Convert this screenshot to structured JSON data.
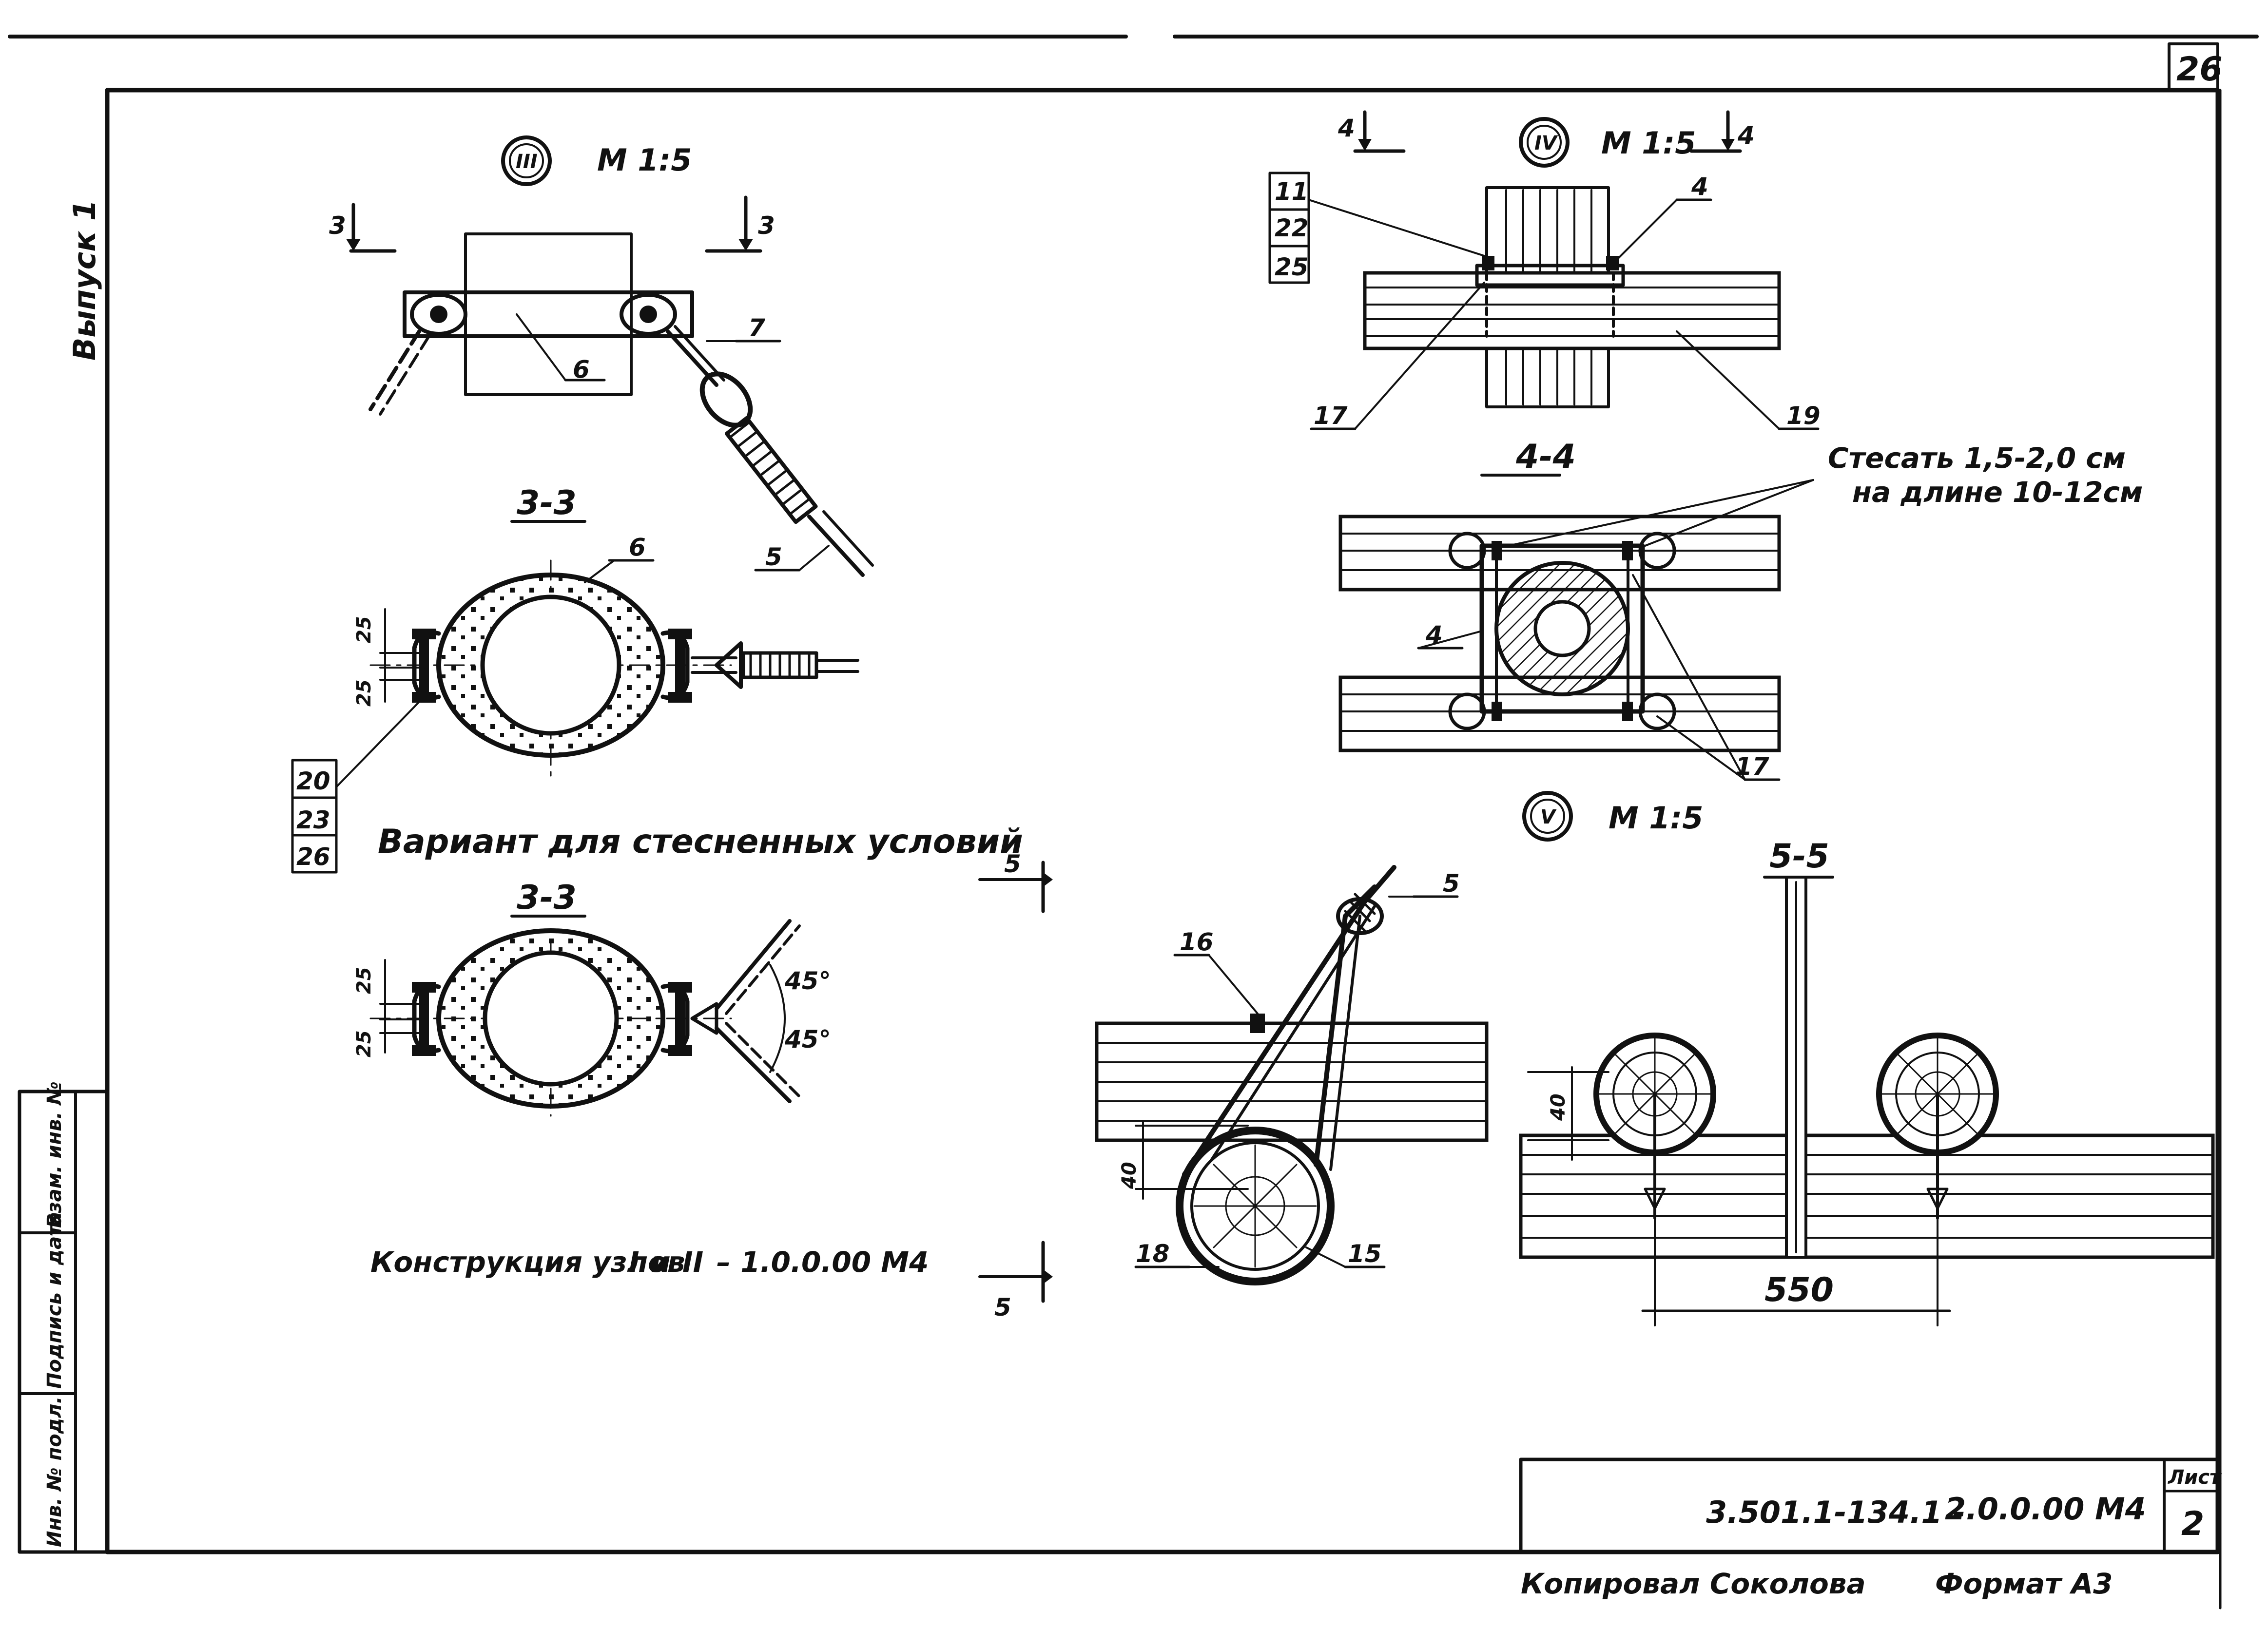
{
  "sheet": {
    "page_number": "26",
    "side_label": "Выпуск 1",
    "stamp_labels": [
      "Инв. № подл.",
      "Подпись и дата",
      "Взам. инв. №"
    ],
    "doc_code": "3.501.1-134.1 -",
    "doc_code_suffix": "2.0.0.00 М4",
    "sheet_label": "Лист",
    "sheet_num": "2",
    "copied_by": "Копировал Соколова",
    "format": "Формат А3"
  },
  "node3": {
    "roman": "III",
    "scale": "М 1:5",
    "cut_marks": [
      "3",
      "3"
    ],
    "callouts": [
      "6",
      "7",
      "5"
    ],
    "section_title": "3-3",
    "section_callout": "6",
    "dims": [
      "25",
      "25"
    ],
    "stack": [
      "20",
      "23",
      "26"
    ]
  },
  "variant": {
    "text": "Вариант для стесненных условий",
    "section_title": "3-3",
    "dims": [
      "25",
      "25"
    ],
    "angles": [
      "45°",
      "45°"
    ]
  },
  "construction_note": {
    "prefix": "Конструкция узлов",
    "roman_one": "I",
    "conj": "и",
    "roman_two": "II",
    "ref": "– 1.0.0.00 М4"
  },
  "node4": {
    "roman": "IV",
    "scale": "М 1:5",
    "cut_marks": [
      "4",
      "4"
    ],
    "stack": [
      "11",
      "22",
      "25"
    ],
    "callouts": [
      "4",
      "17",
      "19"
    ],
    "section_title": "4-4",
    "section_callouts": [
      "4",
      "17"
    ],
    "note_line1": "Стесать 1,5-2,0 см",
    "note_line2": "на длине 10-12см"
  },
  "node5": {
    "roman": "V",
    "scale": "М 1:5",
    "cut_marks": [
      "5",
      "5"
    ],
    "callouts": [
      "16",
      "5",
      "18",
      "15"
    ],
    "dim_left": "40",
    "section_title": "5-5",
    "section_dim": "40",
    "section_span": "550"
  }
}
